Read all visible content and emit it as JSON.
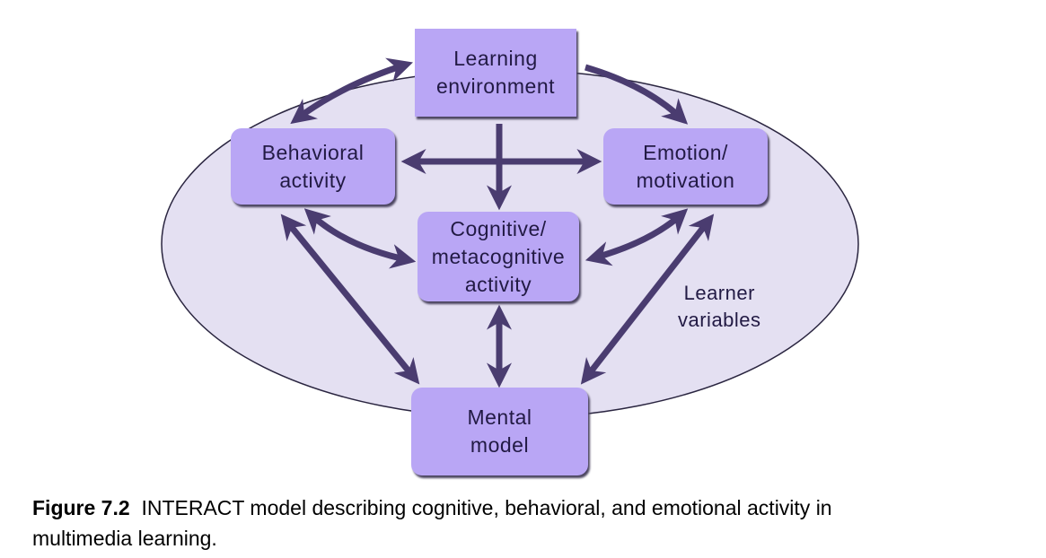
{
  "diagram": {
    "nodes": {
      "learning_environment": [
        "Learning",
        "environment"
      ],
      "behavioral_activity": [
        "Behavioral",
        "activity"
      ],
      "emotion_motivation": [
        "Emotion/",
        "motivation"
      ],
      "cognitive_activity": [
        "Cognitive/",
        "metacognitive",
        "activity"
      ],
      "mental_model": [
        "Mental",
        "model"
      ]
    },
    "region_label": [
      "Learner",
      "variables"
    ],
    "colors": {
      "ellipse": "#e4e0f2",
      "box": "#b9a6f5",
      "arrow": "#4a3c70",
      "text": "#221a44"
    }
  },
  "caption": {
    "label": "Figure 7.2",
    "text": "INTERACT model describing cognitive, behavioral, and emotional activity in",
    "text_line2": "multimedia learning."
  }
}
